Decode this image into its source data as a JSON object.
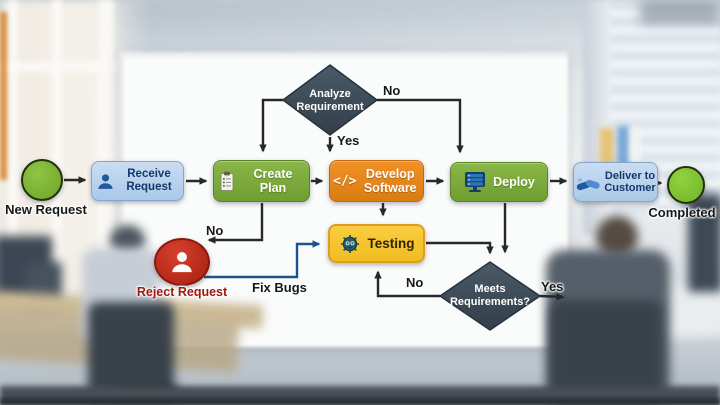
{
  "diagram": {
    "nodes": [
      {
        "id": "new_request",
        "label": "New Request",
        "shape": "circle",
        "color": "#79b231"
      },
      {
        "id": "receive_request",
        "label": "Receive Request",
        "shape": "box",
        "color": "#bad5ee",
        "icon": "person-icon"
      },
      {
        "id": "create_plan",
        "label": "Create Plan",
        "shape": "box",
        "color": "#79a93a",
        "icon": "clipboard-icon"
      },
      {
        "id": "analyze_requirement",
        "label": "Analyze Requirement",
        "shape": "diamond",
        "color": "#3d4c59"
      },
      {
        "id": "develop_software",
        "label": "Develop Software",
        "shape": "box",
        "color": "#e5861f",
        "icon": "code-icon"
      },
      {
        "id": "deploy",
        "label": "Deploy",
        "shape": "box",
        "color": "#79a93a",
        "icon": "server-icon"
      },
      {
        "id": "deliver_to_customer",
        "label": "Deliver to Customer",
        "shape": "box",
        "color": "#c2d8ef",
        "icon": "handshake-icon"
      },
      {
        "id": "completed",
        "label": "Completed",
        "shape": "circle",
        "color": "#7fc637"
      },
      {
        "id": "testing",
        "label": "Testing",
        "shape": "box",
        "color": "#f6c72f",
        "icon": "bug-icon"
      },
      {
        "id": "meets_requirements",
        "label": "Meets Requirements?",
        "shape": "diamond",
        "color": "#3d4c59"
      },
      {
        "id": "reject_request",
        "label": "Reject Request",
        "shape": "ellipse",
        "color": "#c23023",
        "icon": "person-icon"
      }
    ],
    "edge_labels": {
      "analyze_no": "No",
      "analyze_yes": "Yes",
      "create_plan_no": "No",
      "fix_bugs": "Fix Bugs",
      "meets_no": "No",
      "meets_yes": "Yes"
    },
    "icons": {
      "code_glyph": "</>"
    },
    "colors": {
      "line": "#26282a",
      "line_blue": "#1d538c",
      "diamond": "#3e4d5b",
      "reject_text": "#a11812"
    }
  }
}
